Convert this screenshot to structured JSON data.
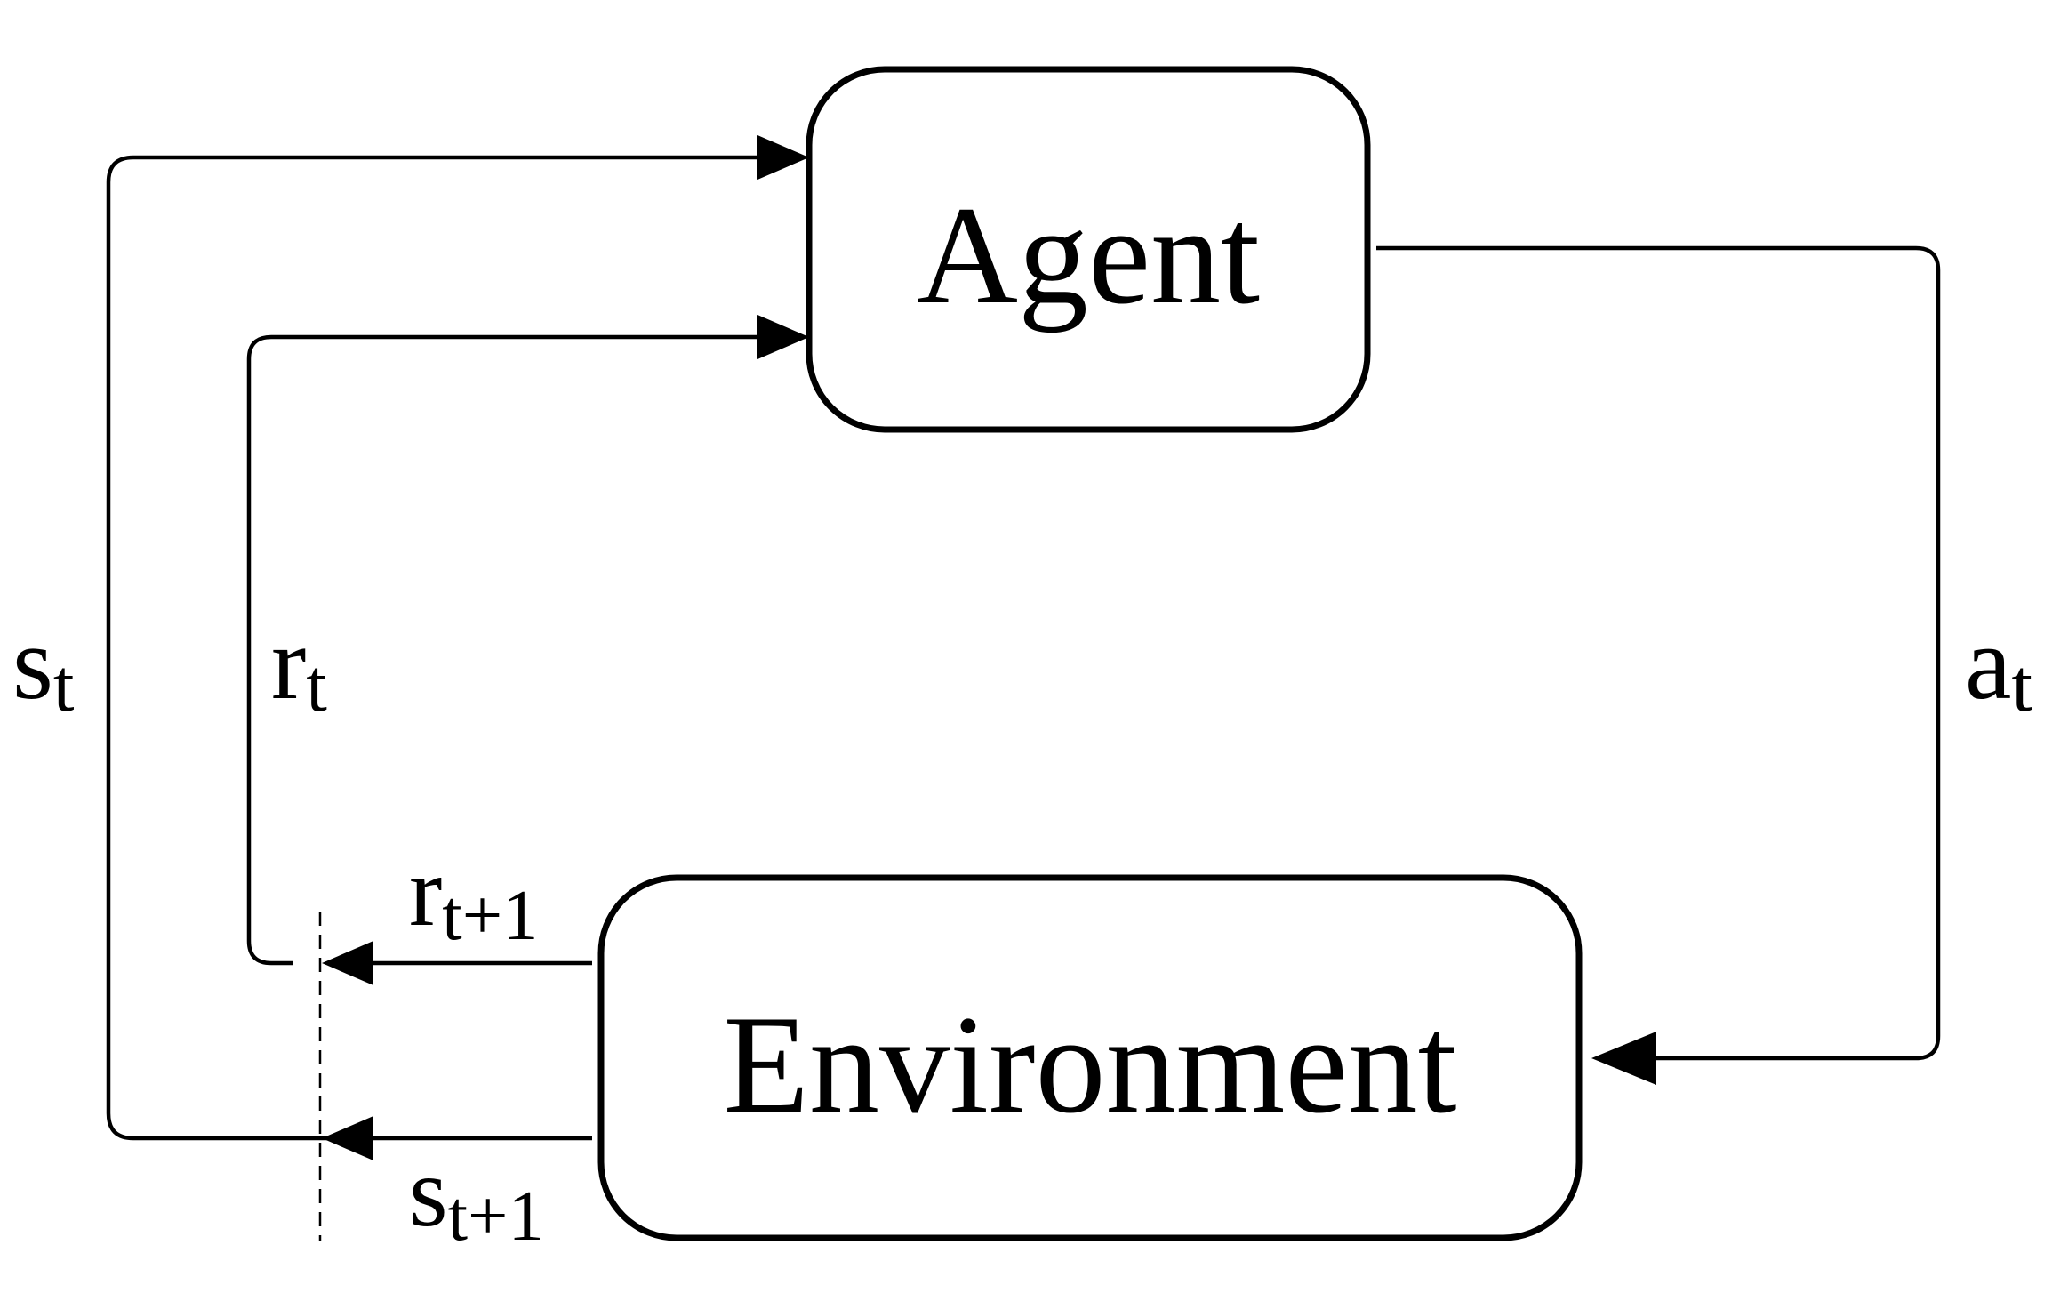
{
  "nodes": {
    "agent": {
      "label": "Agent"
    },
    "environment": {
      "label": "Environment"
    }
  },
  "edges": {
    "state": {
      "symbol": "s",
      "subscript": "t"
    },
    "reward": {
      "symbol": "r",
      "subscript": "t"
    },
    "action": {
      "symbol": "a",
      "subscript": "t"
    },
    "next_reward": {
      "symbol": "r",
      "subscript": "t+1"
    },
    "next_state": {
      "symbol": "s",
      "subscript": "t+1"
    }
  }
}
